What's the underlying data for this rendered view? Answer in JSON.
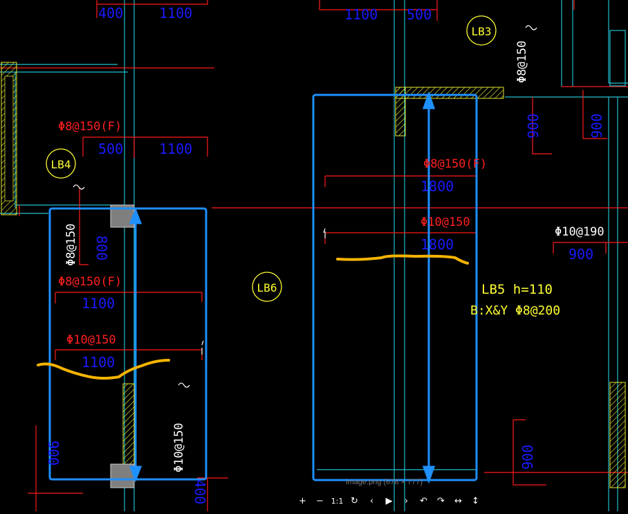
{
  "viewer": {
    "caption": "image.png (678 × 777)",
    "toolbar": [
      {
        "name": "zoom-in-button",
        "label": "+"
      },
      {
        "name": "zoom-out-button",
        "label": "−"
      },
      {
        "name": "actual-size-button",
        "label": "1:1"
      },
      {
        "name": "reset-button",
        "label": "↻"
      },
      {
        "name": "prev-button",
        "label": "‹"
      },
      {
        "name": "play-button",
        "label": "▶"
      },
      {
        "name": "next-button",
        "label": "›"
      },
      {
        "name": "rotate-left-button",
        "label": "↶"
      },
      {
        "name": "rotate-right-button",
        "label": "↷"
      },
      {
        "name": "flip-horizontal-button",
        "label": "↔"
      },
      {
        "name": "flip-vertical-button",
        "label": "↕"
      }
    ]
  },
  "drawing": {
    "dimensions": {
      "d400_top": "400",
      "d1100_top_left": "1100",
      "d1100_top_mid": "1100",
      "d500_top_mid": "500",
      "d500_left": "500",
      "d1100_left": "1100",
      "d800_left": "800",
      "d1100_left_a": "1100",
      "d1100_left_b": "1100",
      "d1800_a": "1800",
      "d1800_b": "1800",
      "d900_r1": "900",
      "d900_r2": "900",
      "d900_r3": "900",
      "d900_bottom_left": "900",
      "d900_bottom_right": "900",
      "d400_bottom": "400"
    },
    "rebar": {
      "r_top_left": "Φ8@150(F)",
      "r_mid_left": "Φ8@150(F)",
      "r_lower_left": "Φ10@150",
      "r_mid_right": "Φ8@150(F)",
      "r_mid_right_2": "Φ10@150",
      "v_left": "Φ8@150",
      "v_bottom_left": "Φ10@150",
      "v_top_right": "Φ8@150",
      "right_label": "Φ10@190"
    },
    "slabs": {
      "lb3": "LB3",
      "lb4": "LB4",
      "lb6": "LB6",
      "lb5_line1": "LB5 h=110",
      "lb5_line2": "B:X&Y Φ8@200"
    },
    "colors": {
      "background": "#000000",
      "dimension_text": "#1a1aff",
      "rebar_text": "#ff2020",
      "slab_label": "#ffff33",
      "axis_line": "#22bfcf",
      "rebar_line": "#ff1a1a",
      "highlight_box": "#1e90ff",
      "marker_stroke": "#f5b400",
      "wall_hatch": "#e6e633"
    }
  }
}
